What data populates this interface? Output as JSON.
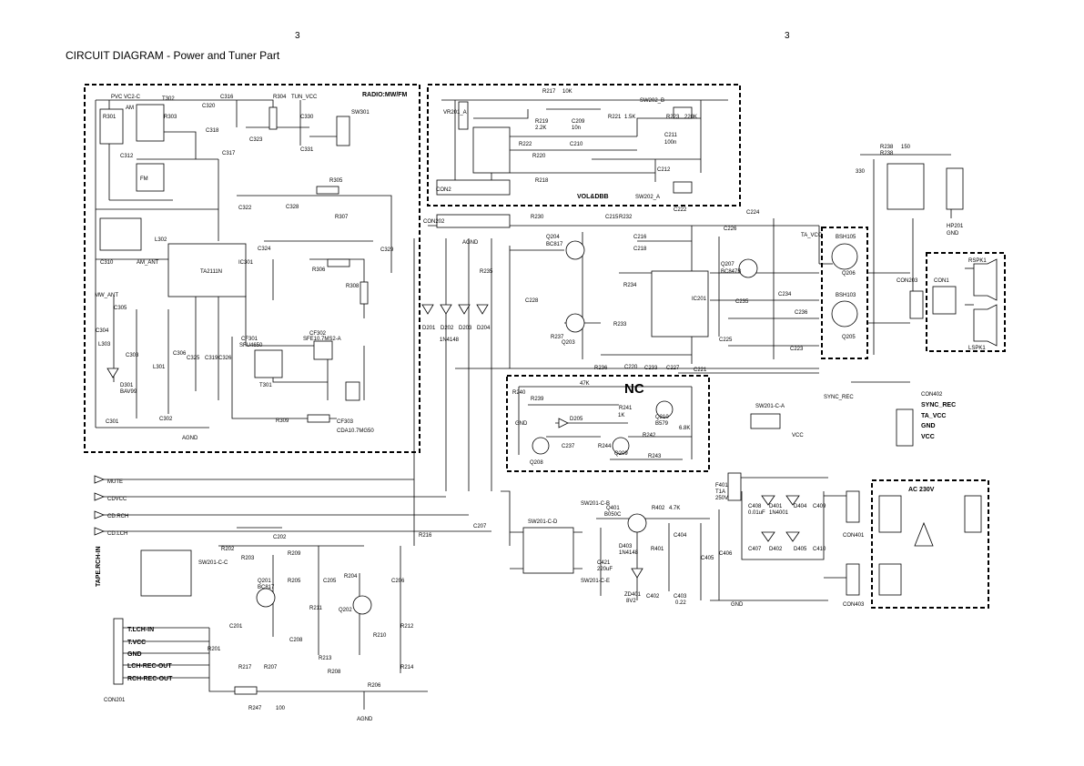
{
  "page": {
    "number_left": "3",
    "number_right": "3",
    "title": "CIRCUIT DIAGRAM - Power and Tuner Part"
  },
  "blocks": {
    "radio_title": "RADIO:MW/FM",
    "volume_title": "VOL&DBB",
    "nc_label": "NC",
    "ac_title": "AC 230V"
  },
  "radio_labels": [
    "PVC VC2-C",
    "C301",
    "C312",
    "C302",
    "C303",
    "C304",
    "C305",
    "C306",
    "C310",
    "C316",
    "C317",
    "C318",
    "C319",
    "C320",
    "C322",
    "C323",
    "C324",
    "C325",
    "C326",
    "C328",
    "C329",
    "C330",
    "C331",
    "R301",
    "R303",
    "R304",
    "R305",
    "R306",
    "R307",
    "R308",
    "R309",
    "CF301",
    "CF302",
    "CF303",
    "T301",
    "T302",
    "L301",
    "L302",
    "L303",
    "D301",
    "BAV99",
    "IC301",
    "TA2111N",
    "SW301",
    "TUN_VCC",
    "AGND",
    "AM",
    "FM",
    "MW_ANT",
    "AM_ANT",
    "SFU4650",
    "SFE10.7MS2-A",
    "CDA10.7MG50"
  ],
  "volume_labels": [
    "VR201_A",
    "R217",
    "R218",
    "R219",
    "R220",
    "R221",
    "R222",
    "R223",
    "C209",
    "C210",
    "C211",
    "C212",
    "SW202_A",
    "SW202_B",
    "CON2",
    "10K",
    "2.2K",
    "1.5K",
    "220K",
    "10n",
    "100n"
  ],
  "amp_labels": [
    "CON202",
    "AGND",
    "R230",
    "R232",
    "R233",
    "R234",
    "R235",
    "R236",
    "R237",
    "R238",
    "C215",
    "C216",
    "C218",
    "C220",
    "C221",
    "C222",
    "C223",
    "C224",
    "C225",
    "C226",
    "C227",
    "C228",
    "C233",
    "C234",
    "C235",
    "C236",
    "Q203",
    "Q204",
    "Q207",
    "BC817",
    "BC847B",
    "IC201",
    "D201",
    "D202",
    "D203",
    "D204",
    "1N4148"
  ],
  "nc_labels": [
    "R239",
    "R240",
    "R241",
    "R242",
    "R243",
    "R244",
    "Q208",
    "Q209",
    "Q210",
    "B579",
    "C237",
    "D205",
    "GND",
    "47K",
    "1K",
    "6.8K"
  ],
  "output_labels": [
    "HP201",
    "CON203",
    "CON1",
    "Q205",
    "Q206",
    "BSH105",
    "BSH103",
    "RSPK1",
    "LSPK1",
    "R238",
    "150",
    "330",
    "SW201-C-A",
    "SYNC_REC",
    "TA_VCC",
    "VCC",
    "CON402",
    "GND"
  ],
  "power_labels": [
    "Q401",
    "B050C",
    "R401",
    "R402",
    "4.7K",
    "D403",
    "1N4148",
    "C421",
    "C402",
    "C403",
    "C404",
    "C405",
    "C406",
    "C407",
    "C408",
    "C409",
    "C410",
    "D401",
    "D402",
    "D404",
    "D405",
    "1N4001",
    "ZD401",
    "8V2",
    "F401",
    "T1A",
    "250V",
    "CON401",
    "CON403",
    "0.01uF",
    "220uF",
    "0.22",
    "GND"
  ],
  "tape_labels": [
    "MUTE",
    "CDVCC",
    "CD.RCH",
    "CD.LCH",
    "TAPE.RCH-IN",
    "T.LCH-IN",
    "T.VCC",
    "GND",
    "LCH-REC-OUT",
    "RCH-REC-OUT",
    "CON201",
    "Q201",
    "Q202",
    "BC817",
    "R201",
    "R202",
    "R203",
    "R204",
    "R205",
    "R206",
    "R207",
    "R208",
    "R209",
    "R210",
    "R211",
    "R212",
    "R213",
    "R214",
    "R216",
    "R217",
    "R247",
    "C201",
    "C202",
    "C205",
    "C206",
    "C207",
    "C208",
    "SW201-C-C",
    "SW201-C-B",
    "SW201-C-D",
    "SW201-C-E",
    "AGND",
    "100"
  ],
  "sync_labels": [
    "SYNC_REC",
    "TA_VCC",
    "GND",
    "VCC"
  ]
}
